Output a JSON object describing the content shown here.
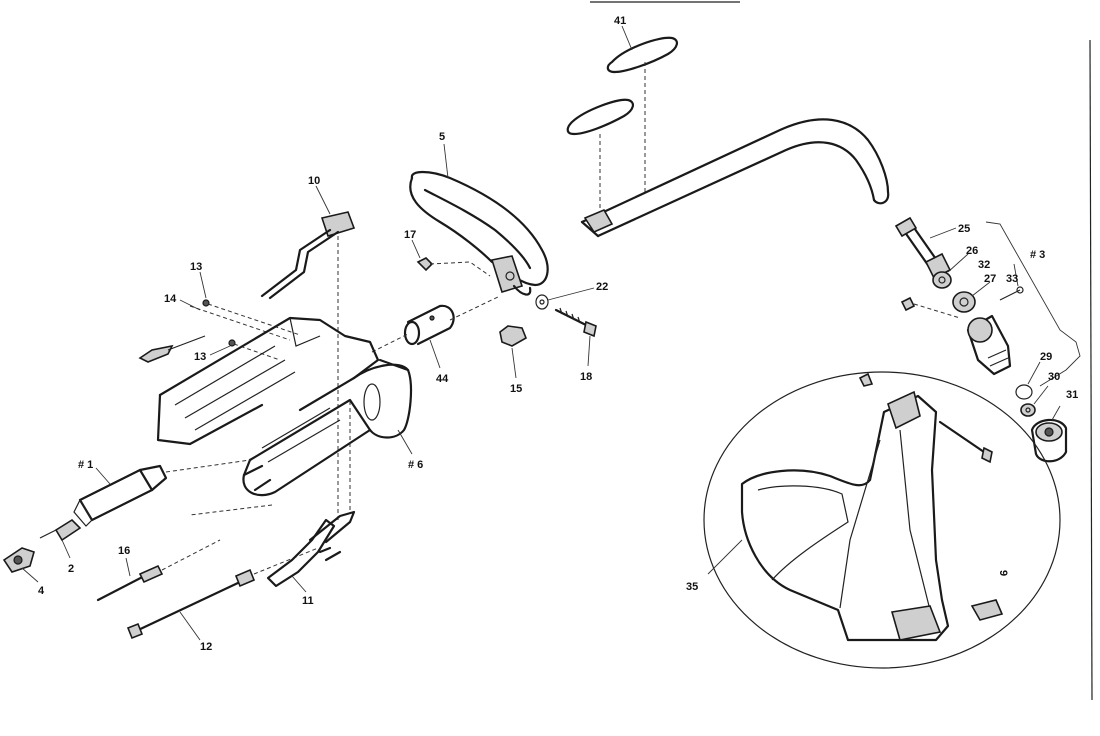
{
  "labels": {
    "l41": "41",
    "l5": "5",
    "l10": "10",
    "l17": "17",
    "l13a": "13",
    "l14": "14",
    "l13b": "13",
    "l22": "22",
    "l44": "44",
    "l15": "15",
    "l18": "18",
    "l6": "# 6",
    "l1": "# 1",
    "l2": "2",
    "l4": "4",
    "l16": "16",
    "l12": "12",
    "l11": "11",
    "l25": "25",
    "l26": "26",
    "l3": "# 3",
    "l32": "32",
    "l33": "33",
    "l27": "27",
    "l29": "29",
    "l30": "30",
    "l31": "31",
    "l35": "35",
    "l9": "9"
  }
}
